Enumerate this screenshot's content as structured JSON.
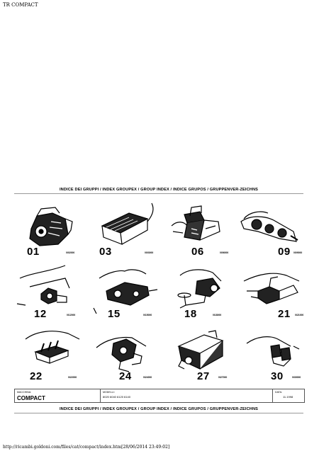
{
  "page_header": "TR COMPACT",
  "index_title": "INDICE DEI GRUPPI / INDEX GROUPEX / GROUP INDEX / INDICE GRUPOS / GRUPPENVER-ZEICHNS",
  "groups": [
    {
      "number": "01",
      "code": "0I02000",
      "icon": "engine-icon"
    },
    {
      "number": "03",
      "code": "0I03000",
      "icon": "radiator-icon"
    },
    {
      "number": "06",
      "code": "0I06000",
      "icon": "exhaust-icon"
    },
    {
      "number": "09",
      "code": "0I09000",
      "icon": "clutch-icon"
    },
    {
      "number": "12",
      "code": "0I12000",
      "icon": "gearbox-icon"
    },
    {
      "number": "15",
      "code": "0I15000",
      "icon": "transmission-icon"
    },
    {
      "number": "18",
      "code": "0I18000",
      "icon": "steering-icon"
    },
    {
      "number": "21",
      "code": "0I21000",
      "icon": "brake-icon"
    },
    {
      "number": "22",
      "code": "0I22000",
      "icon": "fuel-lines-icon"
    },
    {
      "number": "24",
      "code": "0I24000",
      "icon": "hydraulic-lift-icon"
    },
    {
      "number": "27",
      "code": "0I27000",
      "icon": "cab-frame-icon"
    },
    {
      "number": "30",
      "code": "0I30000",
      "icon": "seat-icon"
    }
  ],
  "info": {
    "machine_label": "MACCHINA:",
    "machine_value": "COMPACT",
    "models_label": "MODELLI:",
    "models_value": "8020 6040 6120 6140",
    "date_label": "DATA:",
    "date_value": "11.1998"
  },
  "page_footer": "http://ricambi.goldoni.com/files/cat/compact/index.htm[28/06/2014 23:49:02]"
}
